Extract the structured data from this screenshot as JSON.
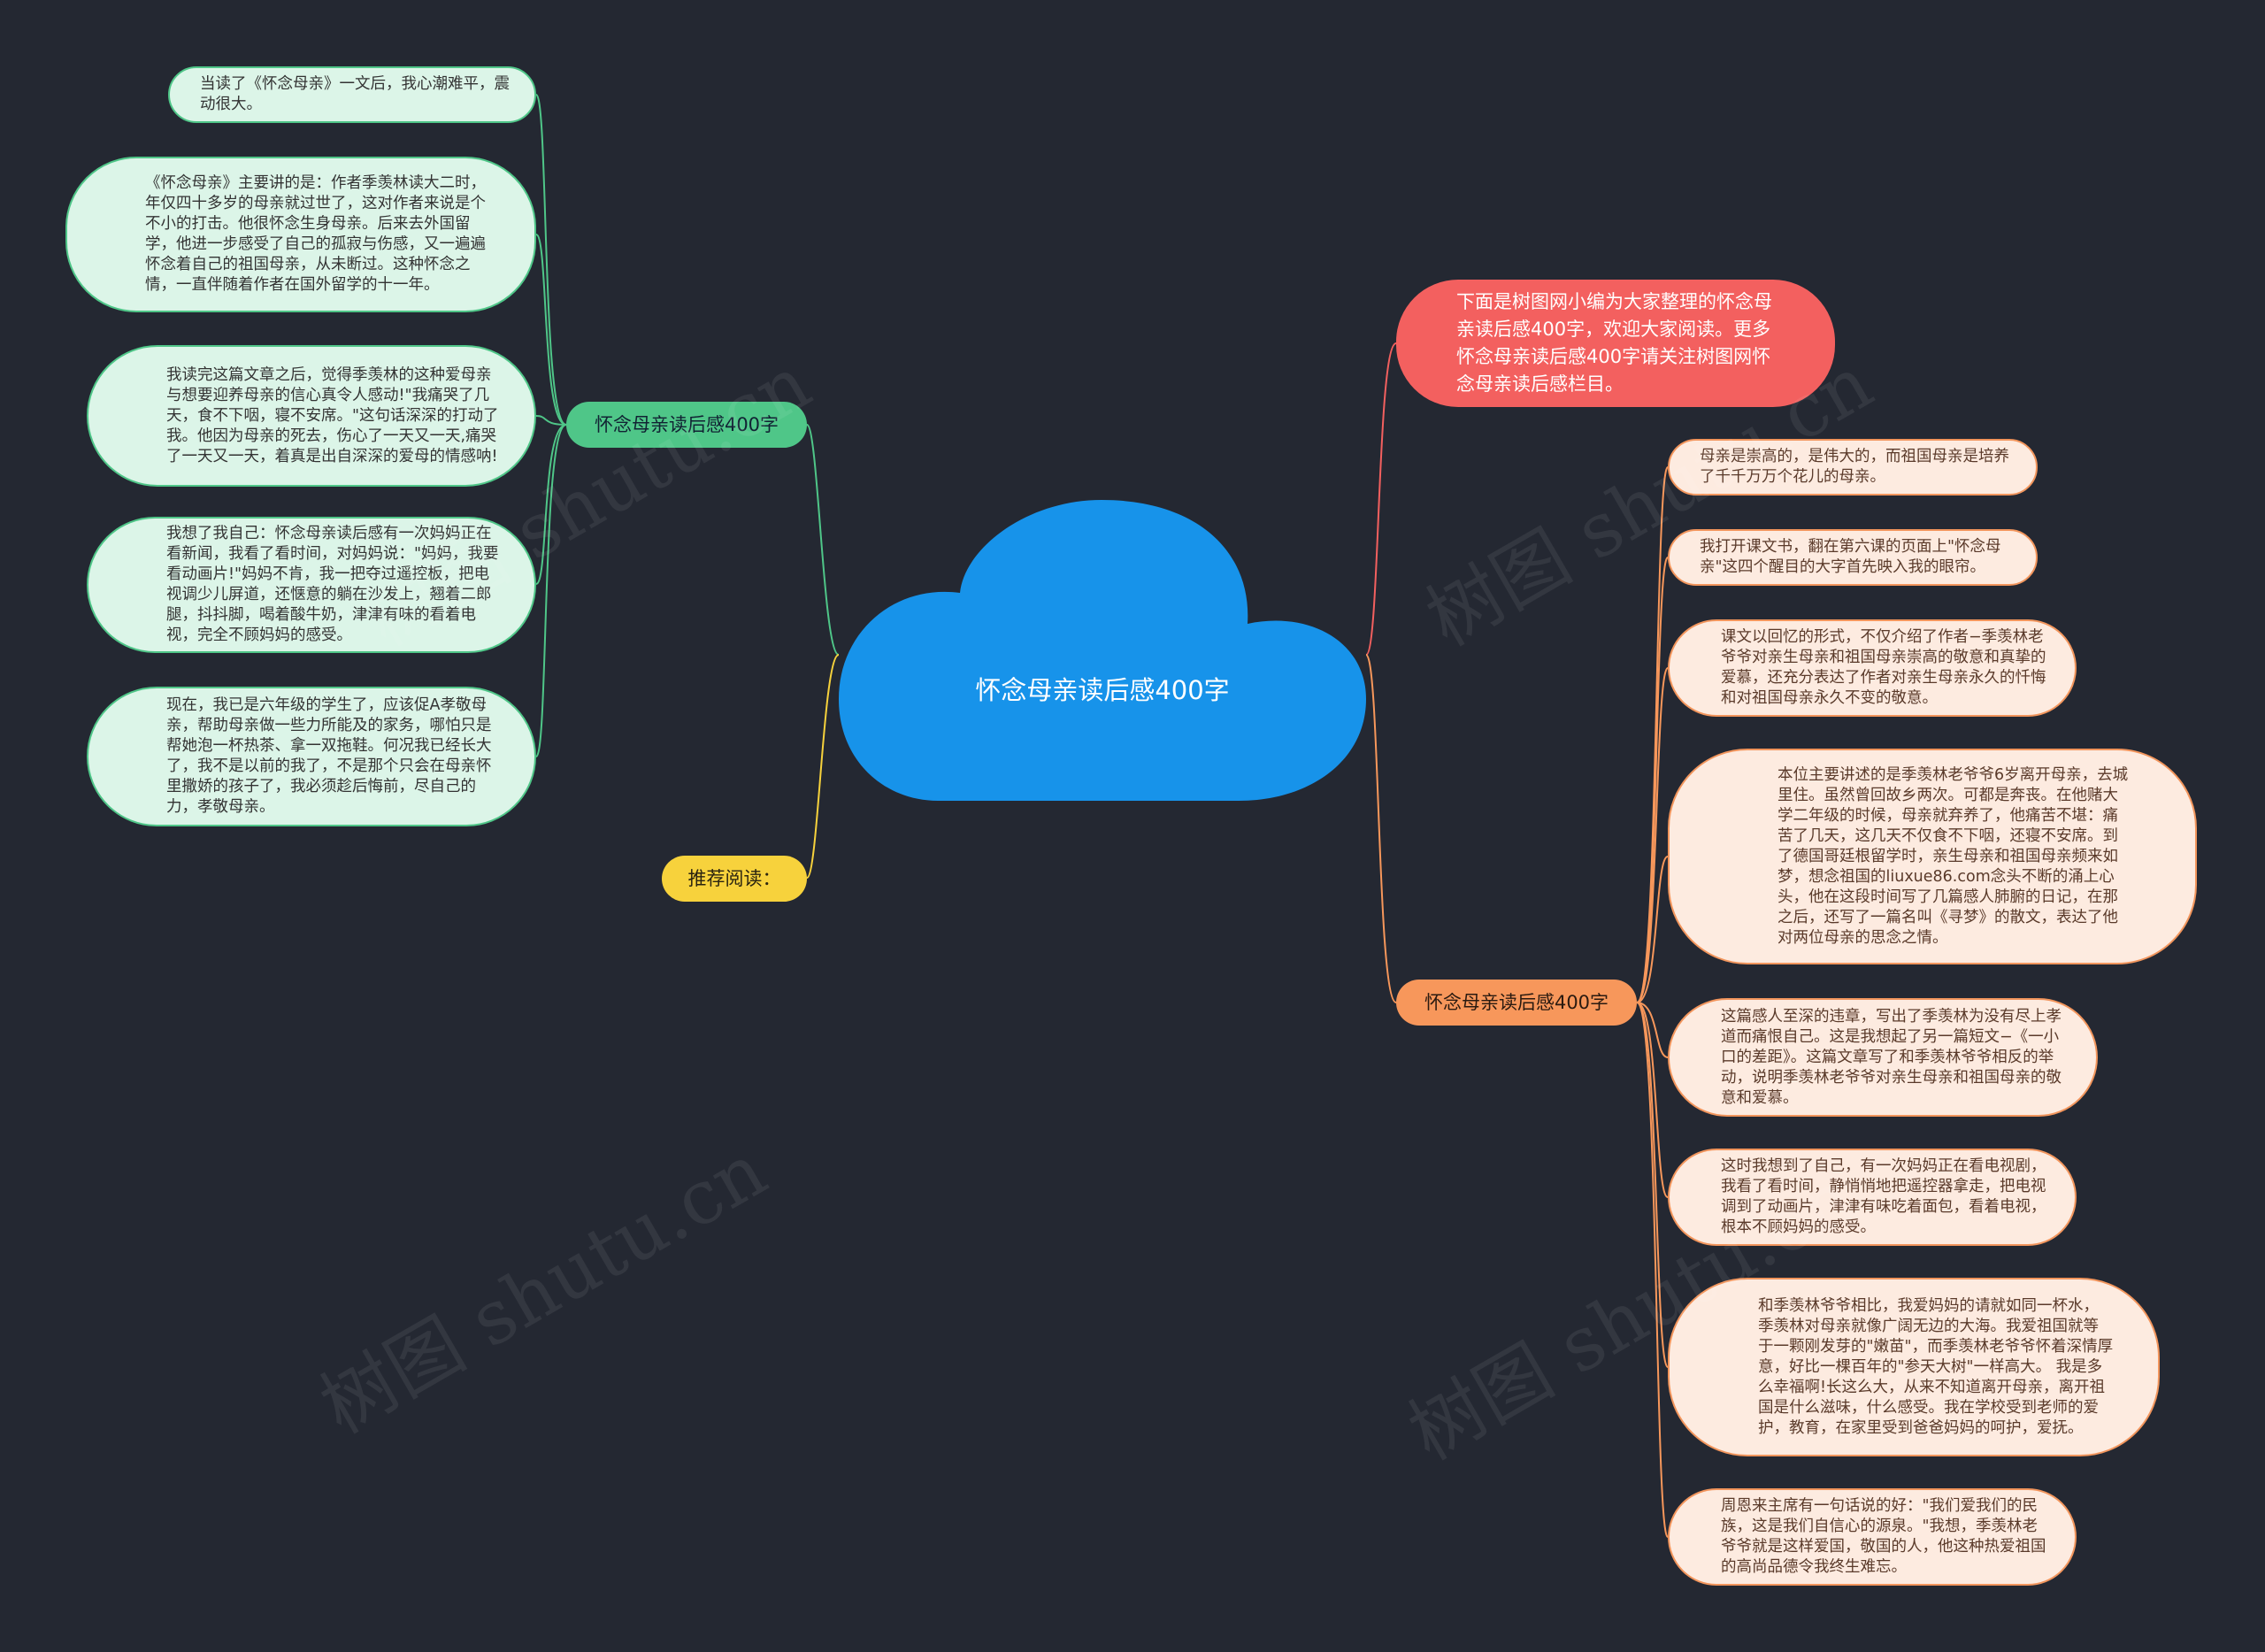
{
  "center": {
    "title": "怀念母亲读后感400字"
  },
  "branches": {
    "left": {
      "label": "怀念母亲读后感400字",
      "color": "#4fc688"
    },
    "recommend": {
      "label": "推荐阅读：",
      "color": "#f7d23c"
    },
    "intro": {
      "text": "下面是树图网小编为大家整理的怀念母亲读后感400字，欢迎大家阅读。更多怀念母亲读后感400字请关注树图网怀念母亲读后感栏目。",
      "color": "#f3605f"
    },
    "right": {
      "label": "怀念母亲读后感400字",
      "color": "#f7975b"
    }
  },
  "left_leaves": [
    "当读了《怀念母亲》一文后，我心潮难平，震动很大。",
    "《怀念母亲》主要讲的是：作者季羡林读大二时，年仅四十多岁的母亲就过世了，这对作者来说是个不小的打击。他很怀念生身母亲。后来去外国留学，他进一步感受了自己的孤寂与伤感，又一遍遍怀念着自己的祖国母亲，从未断过。这种怀念之情，一直伴随着作者在国外留学的十一年。",
    "我读完这篇文章之后，觉得季羡林的这种爱母亲与想要迎养母亲的信心真令人感动!\"我痛哭了几天，食不下咽，寝不安席。\"这句话深深的打动了我。他因为母亲的死去，伤心了一天又一天,痛哭了一天又一天，着真是出自深深的爱母的情感呐!",
    "我想了我自己：怀念母亲读后感有一次妈妈正在看新闻，我看了看时间，对妈妈说：\"妈妈，我要看动画片!\"妈妈不肯，我一把夺过遥控板，把电视调少儿屏道，还惬意的躺在沙发上，翘着二郎腿，抖抖脚，喝着酸牛奶，津津有味的看着电视，完全不顾妈妈的感受。",
    "现在，我已是六年级的学生了，应该促A孝敬母亲，帮助母亲做一些力所能及的家务，哪怕只是帮她泡一杯热茶、拿一双拖鞋。何况我已经长大了，我不是以前的我了，不是那个只会在母亲怀里撒娇的孩子了，我必须趁后悔前，尽自己的力，孝敬母亲。"
  ],
  "right_leaves": [
    "母亲是崇高的，是伟大的，而祖国母亲是培养了千千万万个花儿的母亲。",
    "我打开课文书，翻在第六课的页面上\"怀念母亲\"这四个醒目的大字首先映入我的眼帘。",
    "课文以回忆的形式，不仅介绍了作者−季羡林老爷爷对亲生母亲和祖国母亲崇高的敬意和真挚的爱慕，还充分表达了作者对亲生母亲永久的忏悔和对祖国母亲永久不变的敬意。",
    "本位主要讲述的是季羡林老爷爷6岁离开母亲，去城里住。虽然曾回故乡两次。可都是奔丧。在他赌大学二年级的时候，母亲就弃养了，他痛苦不堪：痛苦了几天，这几天不仅食不下咽，还寝不安席。到了德国哥廷根留学时，亲生母亲和祖国母亲频来如梦，想念祖国的liuxue86.com念头不断的涌上心头，他在这段时间写了几篇感人肺腑的日记，在那之后，还写了一篇名叫《寻梦》的散文，表达了他对两位母亲的思念之情。",
    "这篇感人至深的违章，写出了季羡林为没有尽上孝道而痛恨自己。这是我想起了另一篇短文−《一小口的差距》。这篇文章写了和季羡林爷爷相反的举动，说明季羡林老爷爷对亲生母亲和祖国母亲的敬意和爱慕。",
    "这时我想到了自己，有一次妈妈正在看电视剧，我看了看时间，静悄悄地把遥控器拿走，把电视调到了动画片，津津有味吃着面包，看着电视，根本不顾妈妈的感受。",
    "和季羡林爷爷相比，我爱妈妈的请就如同一杯水，季羡林对母亲就像广阔无边的大海。我爱祖国就等于一颗刚发芽的\"嫩苗\"，而季羡林老爷爷怀着深情厚意，好比一棵百年的\"参天大树\"一样高大。 我是多么幸福啊!长这么大，从来不知道离开母亲，离开祖国是什么滋味，什么感受。我在学校受到老师的爱护，教育，在家里受到爸爸妈妈的呵护，爱抚。",
    "周恩来主席有一句话说的好：\"我们爱我们的民族，这是我们自信心的源泉。\"我想，季羡林老爷爷就是这样爱国，敬国的人，他这种热爱祖国的高尚品德令我终生难忘。"
  ],
  "watermark": "树图 shutu.cn",
  "colors": {
    "background": "#242832",
    "cloud": "#1793ea",
    "green": "#4fc688",
    "orange": "#f7975b",
    "yellow": "#f7d23c",
    "red": "#f3605f"
  }
}
